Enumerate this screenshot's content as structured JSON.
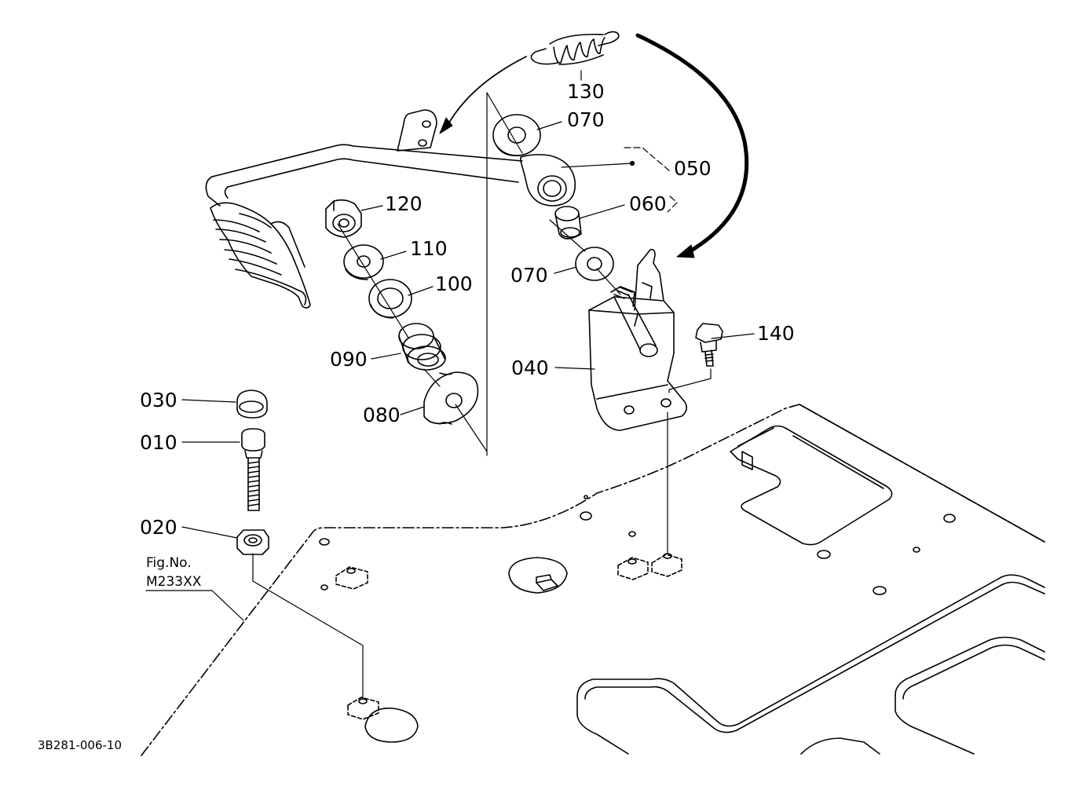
{
  "diagram": {
    "parts": [
      {
        "id": "p130",
        "label": "130"
      },
      {
        "id": "p070a",
        "label": "070"
      },
      {
        "id": "p050",
        "label": "050"
      },
      {
        "id": "p060",
        "label": "060"
      },
      {
        "id": "p120",
        "label": "120"
      },
      {
        "id": "p110",
        "label": "110"
      },
      {
        "id": "p100",
        "label": "100"
      },
      {
        "id": "p070b",
        "label": "070"
      },
      {
        "id": "p090",
        "label": "090"
      },
      {
        "id": "p040",
        "label": "040"
      },
      {
        "id": "p080",
        "label": "080"
      },
      {
        "id": "p140",
        "label": "140"
      },
      {
        "id": "p030",
        "label": "030"
      },
      {
        "id": "p010",
        "label": "010"
      },
      {
        "id": "p020",
        "label": "020"
      }
    ],
    "fig_ref_line1": "Fig.No.",
    "fig_ref_line2": "M233XX",
    "drawing_code": "3B281-006-10"
  }
}
